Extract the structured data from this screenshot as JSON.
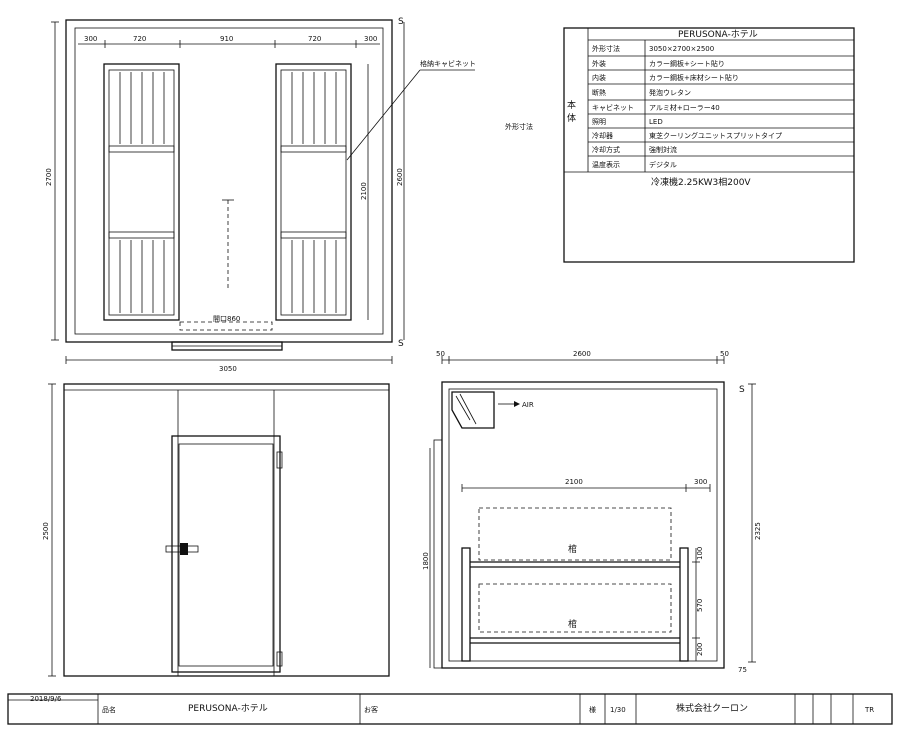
{
  "plan": {
    "top_dims": [
      "300",
      "720",
      "910",
      "720",
      "300"
    ],
    "bottom_dim": "3050",
    "left_dim": "2700",
    "right_outer_dim": "2600",
    "inner_height_dim": "2100",
    "opening_label": "開口860",
    "cabinet_callout": "格納キャビネット",
    "corner_mark": "S"
  },
  "ext_dim_label": "外形寸法",
  "spec": {
    "title": "PERUSONA-ホテル",
    "body_label": "本体",
    "rows": [
      {
        "k": "外形寸法",
        "v": "3050×2700×2500"
      },
      {
        "k": "外装",
        "v": "カラー鋼板+シート貼り"
      },
      {
        "k": "内装",
        "v": "カラー鋼板+床材シート貼り"
      },
      {
        "k": "断熱",
        "v": "発泡ウレタン"
      },
      {
        "k": "キャビネット",
        "v": "アルミ材+ローラー40"
      },
      {
        "k": "照明",
        "v": "LED"
      },
      {
        "k": "冷却器",
        "v": "東芝クーリングユニットスプリットタイプ"
      },
      {
        "k": "冷却方式",
        "v": "強制対流"
      },
      {
        "k": "温度表示",
        "v": "デジタル"
      }
    ],
    "note": "冷凍機2.25KW3相200V"
  },
  "front": {
    "left_dim": "2500"
  },
  "side": {
    "top_dims": [
      "50",
      "2600",
      "50"
    ],
    "right_dim": "2325",
    "air_label": "AIR",
    "rack_width": "2100",
    "rack_right": "300",
    "height_1800": "1800",
    "shelf_dims": [
      "100",
      "570",
      "200"
    ],
    "bottom_dim": "75",
    "box_label": "棺",
    "corner_mark": "S"
  },
  "title_block": {
    "date": "2018/9/6",
    "name_label": "品名",
    "name_value": "PERUSONA-ホテル",
    "client_label": "お客",
    "scale_label": "様",
    "scale_value": "1/30",
    "company": "株式会社クーロン",
    "code": "TR"
  }
}
